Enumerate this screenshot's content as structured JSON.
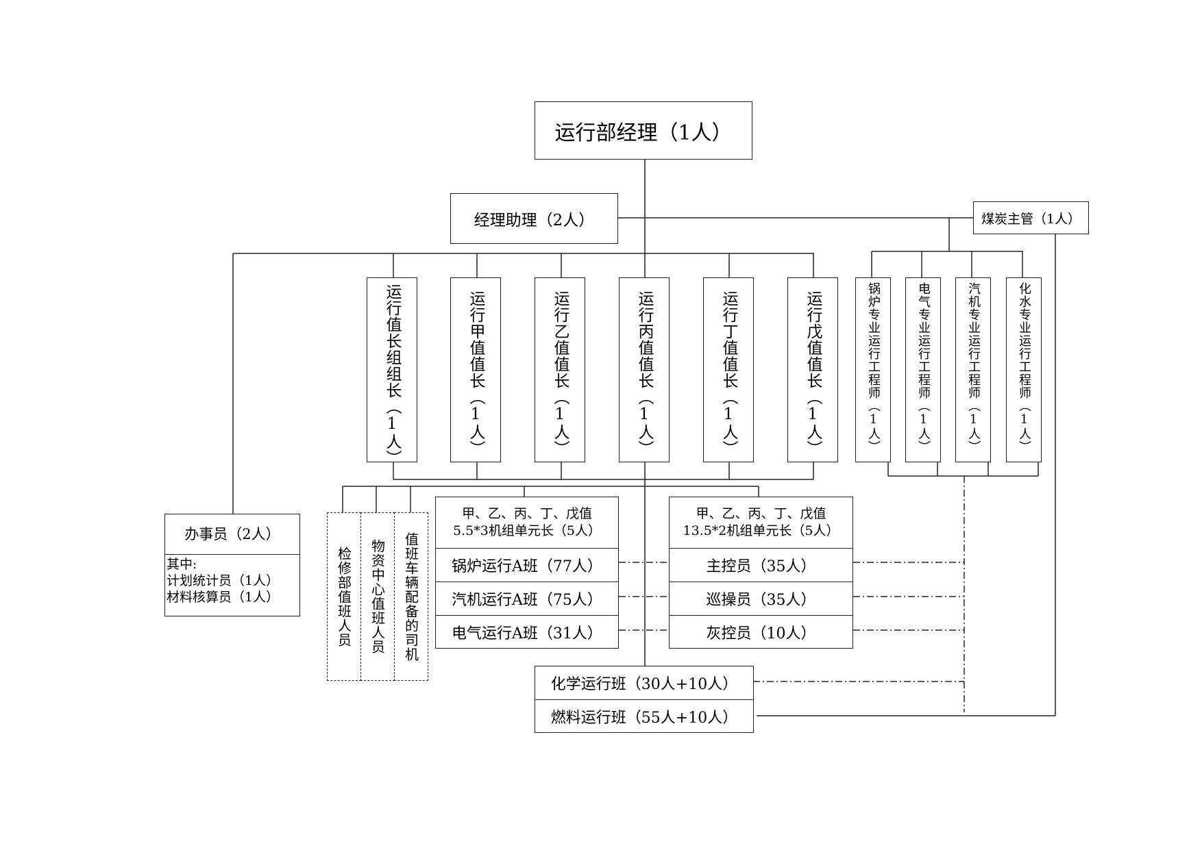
{
  "manager": "运行部经理（1人）",
  "assistant": "经理助理（2人）",
  "coal_supervisor": "煤炭主管（1人）",
  "shift_leaders": [
    "运行值长组组长（1人）",
    "运行甲值值长（1人）",
    "运行乙值值长（1人）",
    "运行丙值值长（1人）",
    "运行丁值值长（1人）",
    "运行戊值值长（1人）"
  ],
  "engineers": [
    "锅炉专业运行工程师（1人）",
    "电气专业运行工程师（1人）",
    "汽机专业运行工程师（1人）",
    "化水专业运行工程师（1人）"
  ],
  "clerk": {
    "title": "办事员（2人）",
    "lines": [
      "其中:",
      "计划统计员（1人）",
      "材料核算员（1人）"
    ]
  },
  "duty_staff": [
    "检修部值班人员",
    "物资中心值班人员",
    "值班车辆配备的司机"
  ],
  "unit_left": {
    "header": [
      "甲、乙、丙、丁、戊值",
      "5.5*3机组单元长（5人）"
    ],
    "rows": [
      "锅炉运行A班（77人）",
      "汽机运行A班（75人）",
      "电气运行A班（31人）"
    ]
  },
  "unit_right": {
    "header": [
      "甲、乙、丙、丁、戊值",
      "13.5*2机组单元长（5人）"
    ],
    "rows": [
      "主控员（35人）",
      "巡操员（35人）",
      "灰控员（10人）"
    ]
  },
  "bottom_rows": [
    "化学运行班（30人+10人）",
    "燃料运行班（55人+10人）"
  ]
}
